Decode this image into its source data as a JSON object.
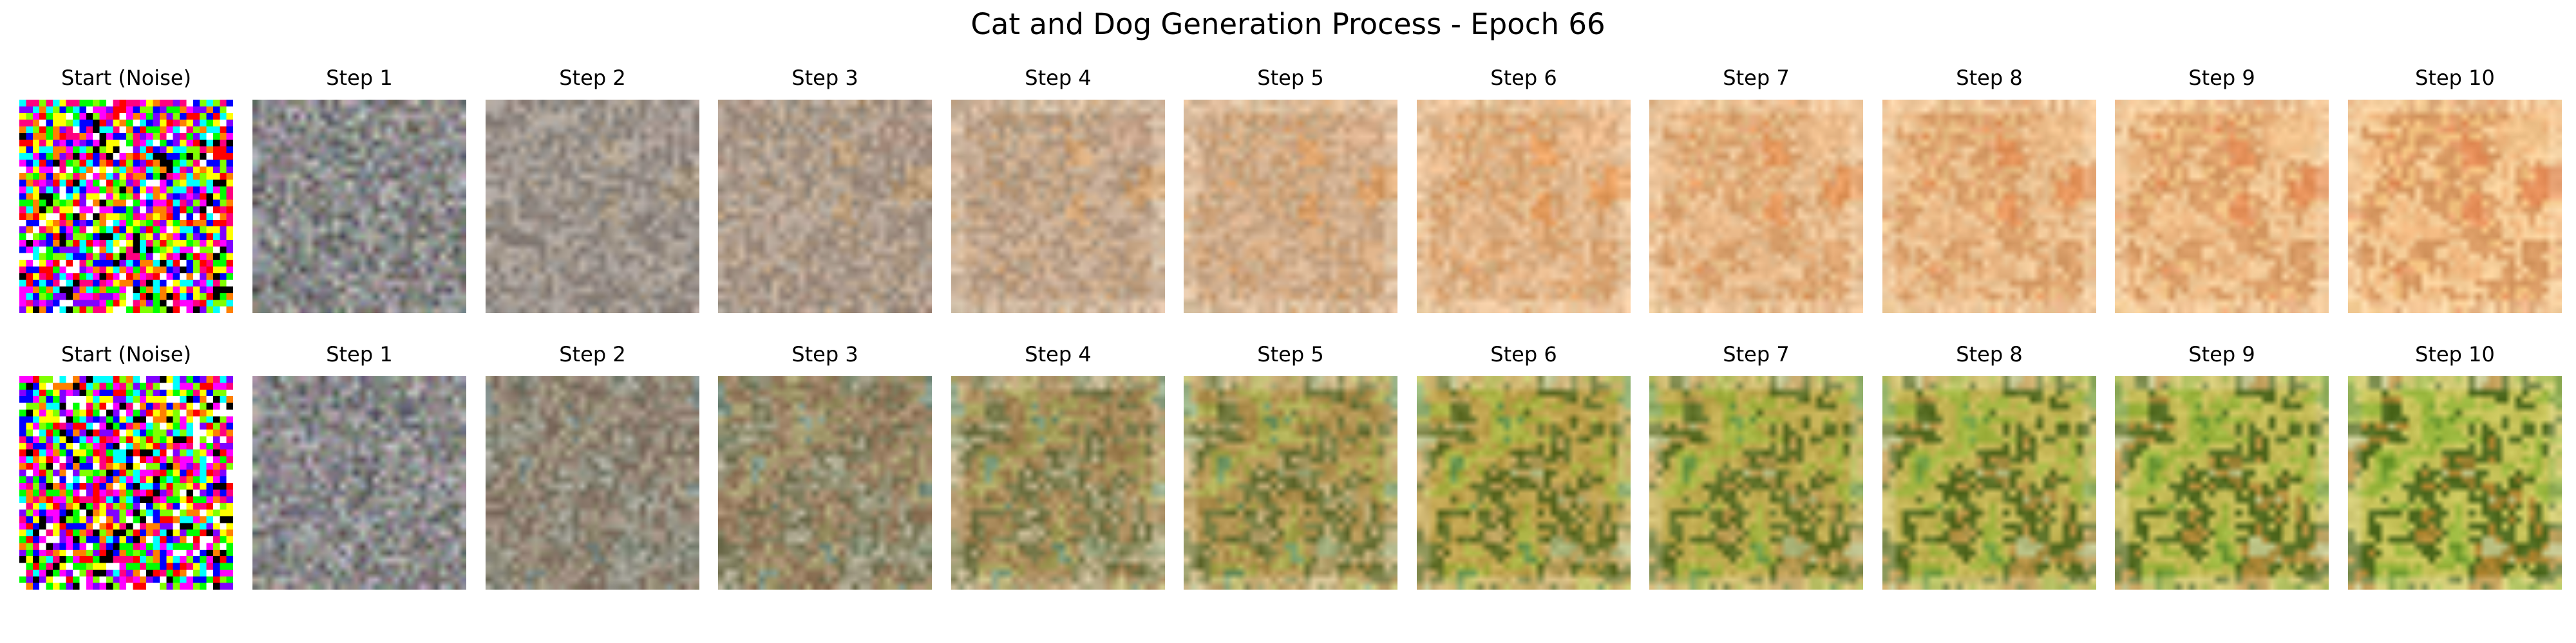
{
  "figure": {
    "title": "Cat and Dog Generation Process - Epoch 66"
  },
  "rows": [
    {
      "panels": [
        {
          "label": "Start (Noise)",
          "kind": "noise",
          "seed": 11
        },
        {
          "label": "Step 1",
          "kind": "gen",
          "progress": 0.0,
          "seed": 101
        },
        {
          "label": "Step 2",
          "kind": "gen",
          "progress": 0.15,
          "seed": 102
        },
        {
          "label": "Step 3",
          "kind": "gen",
          "progress": 0.3,
          "seed": 103
        },
        {
          "label": "Step 4",
          "kind": "gen",
          "progress": 0.45,
          "seed": 104
        },
        {
          "label": "Step 5",
          "kind": "gen",
          "progress": 0.57,
          "seed": 105
        },
        {
          "label": "Step 6",
          "kind": "gen",
          "progress": 0.68,
          "seed": 106
        },
        {
          "label": "Step 7",
          "kind": "gen",
          "progress": 0.78,
          "seed": 107
        },
        {
          "label": "Step 8",
          "kind": "gen",
          "progress": 0.86,
          "seed": 108
        },
        {
          "label": "Step 9",
          "kind": "gen",
          "progress": 0.93,
          "seed": 109
        },
        {
          "label": "Step 10",
          "kind": "gen",
          "progress": 1.0,
          "seed": 110
        }
      ],
      "palette": {
        "gray": "#8a8a8a",
        "early": [
          "#d9a08a",
          "#c7b3a0",
          "#b58f82",
          "#e8c49a",
          "#a8a39c",
          "#f0cf7a"
        ],
        "late": [
          "#f2c48c",
          "#efb67e",
          "#f7cf9a",
          "#d99a63",
          "#f3c27f",
          "#e9a45c"
        ],
        "accent": "#d8484a"
      }
    },
    {
      "panels": [
        {
          "label": "Start (Noise)",
          "kind": "noise",
          "seed": 22
        },
        {
          "label": "Step 1",
          "kind": "gen",
          "progress": 0.0,
          "seed": 201
        },
        {
          "label": "Step 2",
          "kind": "gen",
          "progress": 0.15,
          "seed": 202
        },
        {
          "label": "Step 3",
          "kind": "gen",
          "progress": 0.3,
          "seed": 203
        },
        {
          "label": "Step 4",
          "kind": "gen",
          "progress": 0.45,
          "seed": 204
        },
        {
          "label": "Step 5",
          "kind": "gen",
          "progress": 0.57,
          "seed": 205
        },
        {
          "label": "Step 6",
          "kind": "gen",
          "progress": 0.68,
          "seed": 206
        },
        {
          "label": "Step 7",
          "kind": "gen",
          "progress": 0.78,
          "seed": 207
        },
        {
          "label": "Step 8",
          "kind": "gen",
          "progress": 0.86,
          "seed": 208
        },
        {
          "label": "Step 9",
          "kind": "gen",
          "progress": 0.93,
          "seed": 209
        },
        {
          "label": "Step 10",
          "kind": "gen",
          "progress": 1.0,
          "seed": 210
        }
      ],
      "palette": {
        "gray": "#8a8a8a",
        "early": [
          "#6f9fa3",
          "#c9a04a",
          "#a5552d",
          "#8b7a3a",
          "#d8d8b8",
          "#5d7a4a"
        ],
        "late": [
          "#6e9a2d",
          "#9bb83e",
          "#c8c45a",
          "#4f6b1f",
          "#b58a34",
          "#e6e6a8"
        ],
        "accent": "#3f5a1a"
      }
    }
  ],
  "noise_colors": [
    "#ff0000",
    "#00ff00",
    "#0000ff",
    "#ffff00",
    "#ff00ff",
    "#00ffff",
    "#ffffff",
    "#000000",
    "#ff8000",
    "#80ff00",
    "#8000ff",
    "#ff0080"
  ]
}
